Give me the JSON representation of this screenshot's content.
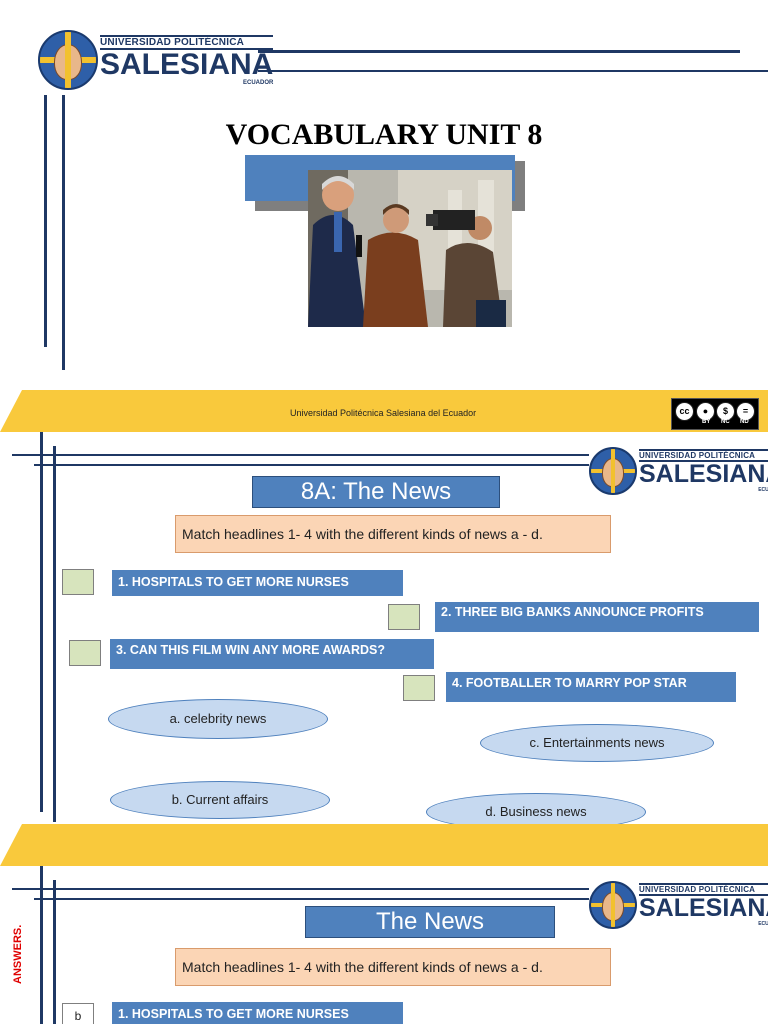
{
  "logo": {
    "line1": "UNIVERSIDAD POLITÉCNICA",
    "line2": "SALESIANA",
    "line3": "ECUADOR"
  },
  "slide1": {
    "title": "VOCABULARY UNIT 8"
  },
  "footer": {
    "university": "Universidad Politécnica Salesiana del Ecuador",
    "license": {
      "cc": "cc",
      "by": "BY",
      "nc": "NC",
      "nd": "ND"
    }
  },
  "slide2": {
    "title": "8A: The News",
    "instruction": "Match headlines 1- 4 with the different kinds of news a - d.",
    "headlines": [
      "1. HOSPITALS TO GET MORE NURSES",
      "2. THREE BIG BANKS ANNOUNCE PROFITS",
      "3. CAN THIS FILM WIN ANY MORE AWARDS?",
      "4. FOOTBALLER TO MARRY POP STAR"
    ],
    "options": [
      "a. celebrity news",
      "c. Entertainments news",
      "b. Current affairs",
      "d. Business news"
    ]
  },
  "slide3": {
    "title": "The News",
    "side_label": "ANSWERS.",
    "instruction": "Match headlines 1- 4 with the different kinds of news a - d.",
    "answer1": "b",
    "headline1": "1. HOSPITALS TO GET MORE NURSES"
  }
}
